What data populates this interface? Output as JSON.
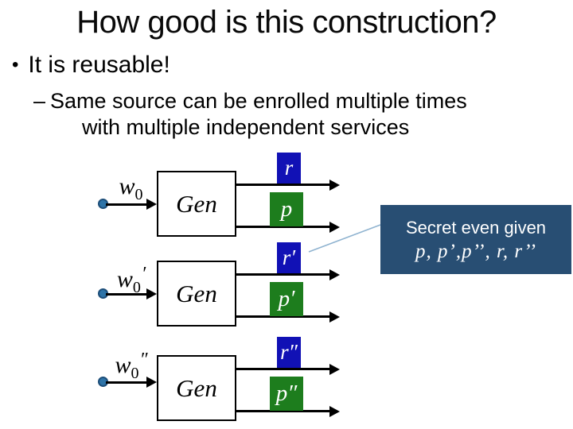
{
  "slide": {
    "title": "How good is this construction?",
    "bullet_marker": "•",
    "bullet": "It is reusable!",
    "sub_bullet_marker": "–",
    "sub_bullet_lines": [
      "Same source can be enrolled multiple times",
      "with multiple independent services"
    ]
  },
  "diagram": {
    "rows": [
      {
        "input": {
          "base": "w",
          "sub": "0",
          "primes": ""
        },
        "gen_label": "Gen",
        "r_label": "r",
        "p_label": "p"
      },
      {
        "input": {
          "base": "w",
          "sub": "0",
          "primes": "′"
        },
        "gen_label": "Gen",
        "r_label": "r′",
        "p_label": "p′"
      },
      {
        "input": {
          "base": "w",
          "sub": "0",
          "primes": "″"
        },
        "gen_label": "Gen",
        "r_label": "r″",
        "p_label": "p″"
      }
    ],
    "colors": {
      "r_box": "#1111b5",
      "p_box": "#1d7d1d",
      "source_dot": "#2e74a8",
      "callout_bg": "#284e73",
      "callout_line": "#8fb3d0"
    }
  },
  "callout": {
    "line1": "Secret even given",
    "line2": "p, p’,p’’, r, r’’"
  }
}
